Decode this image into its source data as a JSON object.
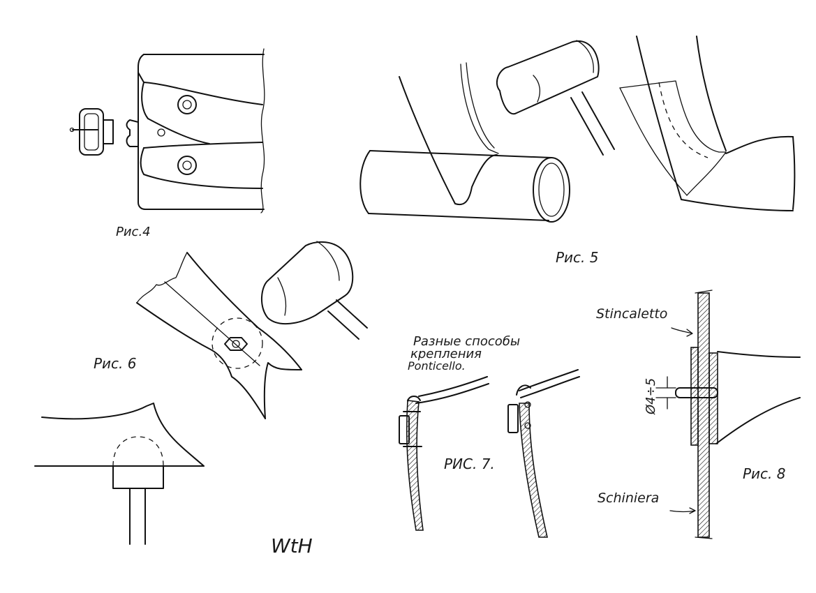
{
  "figures": {
    "fig4": {
      "caption": "Рис.4"
    },
    "fig5": {
      "caption": "Рис. 5"
    },
    "fig6": {
      "caption": "Рис. 6"
    },
    "fig7": {
      "caption": "РИС. 7.",
      "note_line1": "Разные способы",
      "note_line2": "крепления",
      "note_line3": "Ponticello."
    },
    "fig8": {
      "caption": "Рис. 8",
      "label_top": "Stincaletto",
      "label_bottom": "Schiniera",
      "dimension": "Ø4÷5"
    }
  },
  "signature": "WtH"
}
